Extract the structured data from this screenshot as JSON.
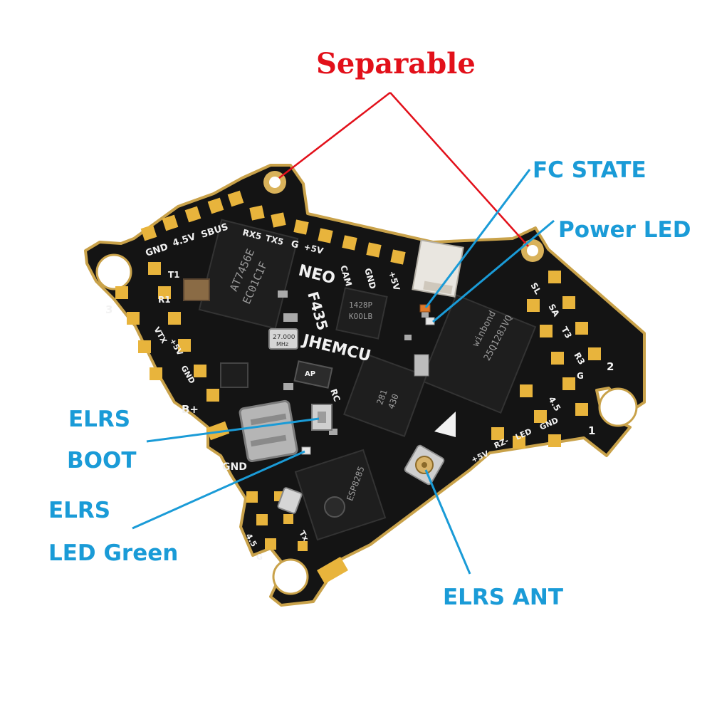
{
  "title": "Separable",
  "callouts": {
    "fc_state": "FC STATE",
    "power_led": "Power LED",
    "elrs_boot_1": "ELRS",
    "elrs_boot_2": "BOOT",
    "elrs_led_1": "ELRS",
    "elrs_led_2": "LED Green",
    "elrs_ant": "ELRS ANT"
  },
  "board": {
    "brand": "JHEMCU",
    "model_1": "NEO",
    "model_2": "F435",
    "chip_1_line_1": "AT7456E",
    "chip_1_line_2": "EC01C1F",
    "chip_2_line_1": "1428P",
    "chip_2_line_2": "KOOLB",
    "chip_3_line_1": "winbond",
    "chip_3_line_2": "25Q128JVQ",
    "chip_4_line_1": "281",
    "chip_4_line_2": "430",
    "chip_5_line_1": "ESP8285",
    "crystal_1": "27.000",
    "crystal_1_unit": "MHz",
    "labels": {
      "gnd": "GND",
      "v45": "4.5V",
      "sbus": "SBUS",
      "rx5": "RX5",
      "tx5": "TX5",
      "g": "G",
      "v5": "+5V",
      "cam": "CAM",
      "gnd2": "GND",
      "v5b": "+5V",
      "t1": "T1",
      "r1": "R1",
      "n3": "3",
      "vtx": "VTX",
      "v5c": "+5V",
      "gnd3": "GND",
      "bplus": "B+",
      "gnd4": "GND",
      "rc": "RC",
      "ap": "AP",
      "sl": "SL",
      "sa": "SA",
      "t3": "T3",
      "r3": "R3",
      "g2": "G",
      "n45": "4.5",
      "n2": "2",
      "n1": "1",
      "v5d": "+5V",
      "rz": "RZ-",
      "led": "LED",
      "gnd5": "GND",
      "tx": "Tx",
      "n45b": "4.5",
      "g3": "G"
    }
  },
  "colors": {
    "title": "#e2101a",
    "callout": "#1a9bd7",
    "pcb": "#141414",
    "pcb_edge": "#c9a24a",
    "pad": "#e8b43c",
    "chip": "#1e1e1e"
  }
}
